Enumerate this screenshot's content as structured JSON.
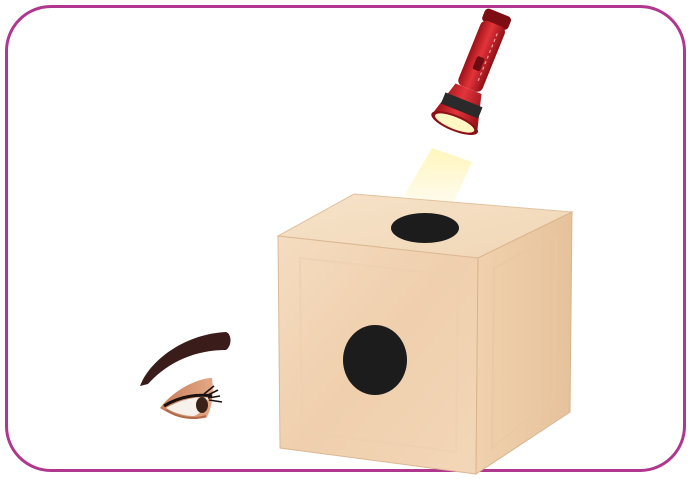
{
  "scene": {
    "frame_color": "#b0378e",
    "objects": [
      "eye-icon",
      "eyebrow-icon",
      "cardboard-box",
      "top-hole",
      "front-hole",
      "flashlight-icon",
      "light-beam"
    ],
    "colors": {
      "box_front": "#f1d3b1",
      "box_side": "#e8c49e",
      "box_top": "#f6e0c5",
      "hole": "#1c1c1c",
      "flashlight_body": "#c8202a",
      "flashlight_band": "#2a2a2a",
      "beam": "#fff2a8",
      "eyebrow": "#3a1d1a",
      "eyelid": "#d79a76"
    }
  }
}
